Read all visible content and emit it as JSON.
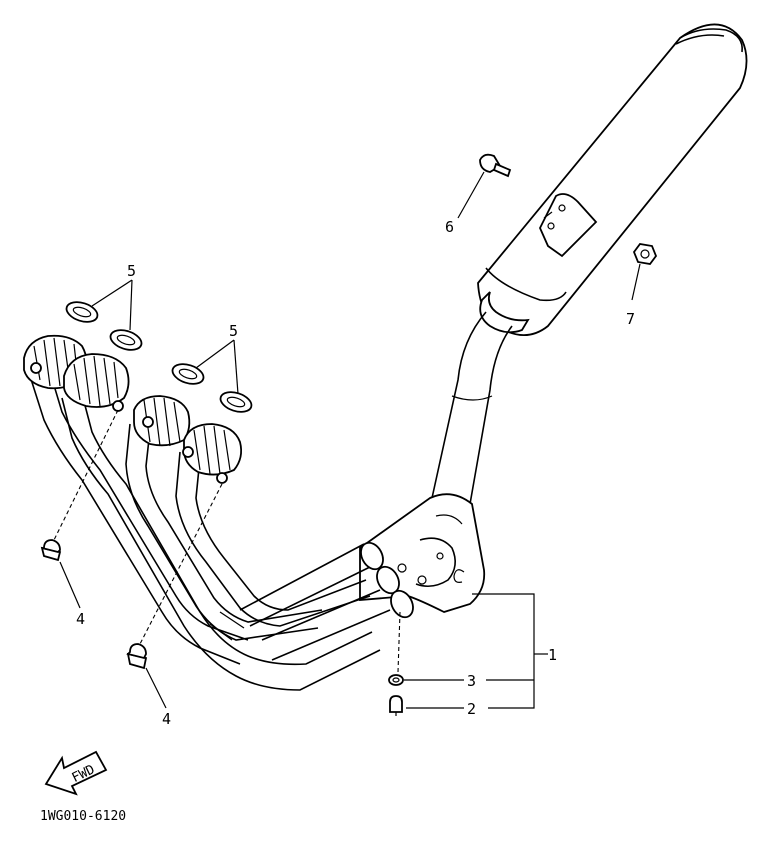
{
  "callouts": {
    "c1": "1",
    "c2": "2",
    "c3": "3",
    "c4a": "4",
    "c4b": "4",
    "c5a": "5",
    "c5b": "5",
    "c6": "6",
    "c7": "7"
  },
  "fwd_label": "FWD",
  "diagram_code": "1WG010-6120"
}
